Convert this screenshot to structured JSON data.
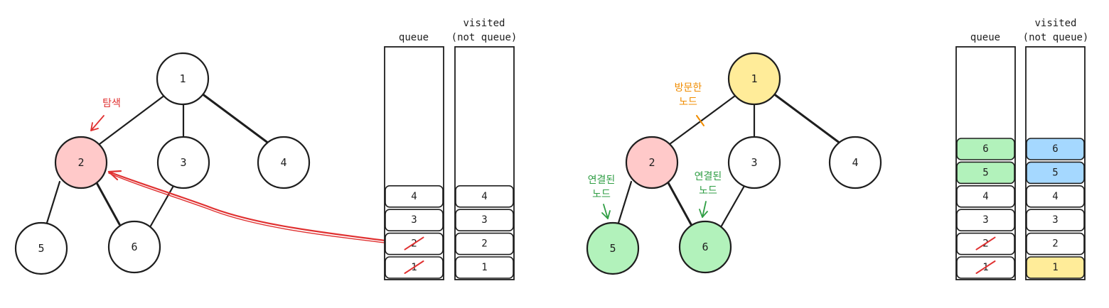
{
  "colors": {
    "stroke": "#1e1e1e",
    "red_fill": "#ffc9c9",
    "yellow_fill": "#ffec99",
    "green_fill": "#b2f2bb",
    "blue_fill": "#a5d8ff",
    "red_text": "#e03131",
    "orange_text": "#f08c00",
    "green_text": "#2f9e44"
  },
  "left_graph": {
    "nodes": [
      {
        "id": "1",
        "label": "1",
        "fill": "#ffffff"
      },
      {
        "id": "2",
        "label": "2",
        "fill": "#ffc9c9"
      },
      {
        "id": "3",
        "label": "3",
        "fill": "#ffffff"
      },
      {
        "id": "4",
        "label": "4",
        "fill": "#ffffff"
      },
      {
        "id": "5",
        "label": "5",
        "fill": "#ffffff"
      },
      {
        "id": "6",
        "label": "6",
        "fill": "#ffffff"
      }
    ],
    "edges": [
      [
        "1",
        "2"
      ],
      [
        "1",
        "3"
      ],
      [
        "1",
        "4"
      ],
      [
        "2",
        "5"
      ],
      [
        "2",
        "6"
      ],
      [
        "3",
        "6"
      ]
    ],
    "annotation": "탐색"
  },
  "left_columns": {
    "queue_title": "queue",
    "visited_title_line1": "visited",
    "visited_title_line2": "(not queue)",
    "queue_cells": [
      {
        "label": "4",
        "fill": "#ffffff",
        "struck": false
      },
      {
        "label": "3",
        "fill": "#ffffff",
        "struck": false
      },
      {
        "label": "2",
        "fill": "#ffffff",
        "struck": true
      },
      {
        "label": "1",
        "fill": "#ffffff",
        "struck": true
      }
    ],
    "visited_cells": [
      {
        "label": "4",
        "fill": "#ffffff"
      },
      {
        "label": "3",
        "fill": "#ffffff"
      },
      {
        "label": "2",
        "fill": "#ffffff"
      },
      {
        "label": "1",
        "fill": "#ffffff"
      }
    ]
  },
  "right_graph": {
    "nodes": [
      {
        "id": "1",
        "label": "1",
        "fill": "#ffec99"
      },
      {
        "id": "2",
        "label": "2",
        "fill": "#ffc9c9"
      },
      {
        "id": "3",
        "label": "3",
        "fill": "#ffffff"
      },
      {
        "id": "4",
        "label": "4",
        "fill": "#ffffff"
      },
      {
        "id": "5",
        "label": "5",
        "fill": "#b2f2bb"
      },
      {
        "id": "6",
        "label": "6",
        "fill": "#b2f2bb"
      }
    ],
    "edges": [
      [
        "1",
        "2"
      ],
      [
        "1",
        "3"
      ],
      [
        "1",
        "4"
      ],
      [
        "2",
        "5"
      ],
      [
        "2",
        "6"
      ],
      [
        "3",
        "6"
      ]
    ],
    "visited_annotation_line1": "방문한",
    "visited_annotation_line2": "노드",
    "connected_annotation_line1": "연결된",
    "connected_annotation_line2": "노드"
  },
  "right_columns": {
    "queue_title": "queue",
    "visited_title_line1": "visited",
    "visited_title_line2": "(not queue)",
    "queue_cells": [
      {
        "label": "6",
        "fill": "#b2f2bb",
        "struck": false
      },
      {
        "label": "5",
        "fill": "#b2f2bb",
        "struck": false
      },
      {
        "label": "4",
        "fill": "#ffffff",
        "struck": false
      },
      {
        "label": "3",
        "fill": "#ffffff",
        "struck": false
      },
      {
        "label": "2",
        "fill": "#ffffff",
        "struck": true
      },
      {
        "label": "1",
        "fill": "#ffffff",
        "struck": true
      }
    ],
    "visited_cells": [
      {
        "label": "6",
        "fill": "#a5d8ff"
      },
      {
        "label": "5",
        "fill": "#a5d8ff"
      },
      {
        "label": "4",
        "fill": "#ffffff"
      },
      {
        "label": "3",
        "fill": "#ffffff"
      },
      {
        "label": "2",
        "fill": "#ffffff"
      },
      {
        "label": "1",
        "fill": "#ffec99"
      }
    ]
  }
}
